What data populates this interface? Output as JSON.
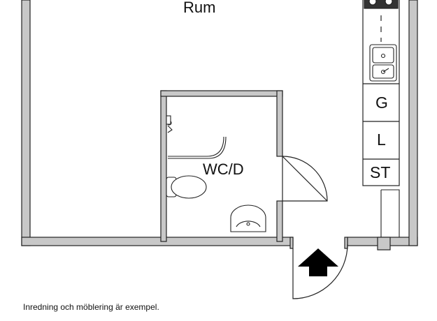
{
  "labels": {
    "room": "Rum",
    "bathroom": "WC/D",
    "kitchen_g": "G",
    "kitchen_l": "L",
    "kitchen_st": "ST"
  },
  "footnote": "Inredning och möblering är exempel.",
  "colors": {
    "wall_fill": "#c8c8c8",
    "line": "#222222",
    "arrow": "#000000",
    "background": "#ffffff"
  },
  "icons": {
    "entrance": "entrance-arrow-icon",
    "sink": "kitchen-sink-icon",
    "stove": "stove-icon",
    "toilet": "toilet-icon",
    "basin": "wash-basin-icon",
    "shower": "shower-icon"
  }
}
